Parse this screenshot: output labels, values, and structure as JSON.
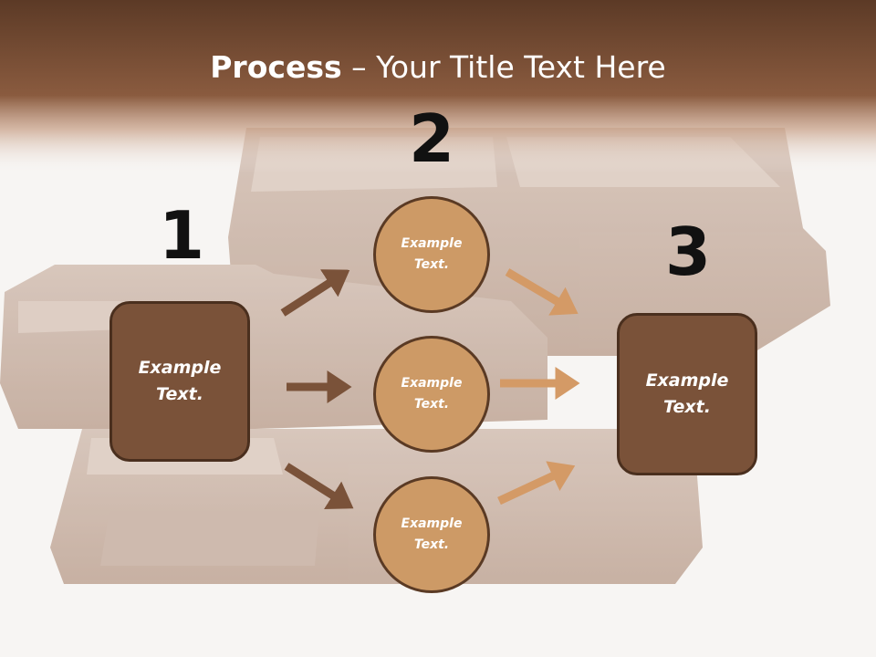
{
  "title": {
    "bold": "Process",
    "rest": " – Your Title Text Here"
  },
  "steps": {
    "one": {
      "number": "1",
      "text": "Example\nText."
    },
    "two": {
      "number": "2"
    },
    "three": {
      "number": "3",
      "text": "Example\nText."
    }
  },
  "circles": [
    {
      "text": "Example\nText."
    },
    {
      "text": "Example\nText."
    },
    {
      "text": "Example\nText."
    }
  ],
  "colors": {
    "dark_brown": "#7a5239",
    "light_brown": "#cd9a66",
    "arrow_dark": "#7a5239",
    "arrow_light": "#d49a66"
  }
}
